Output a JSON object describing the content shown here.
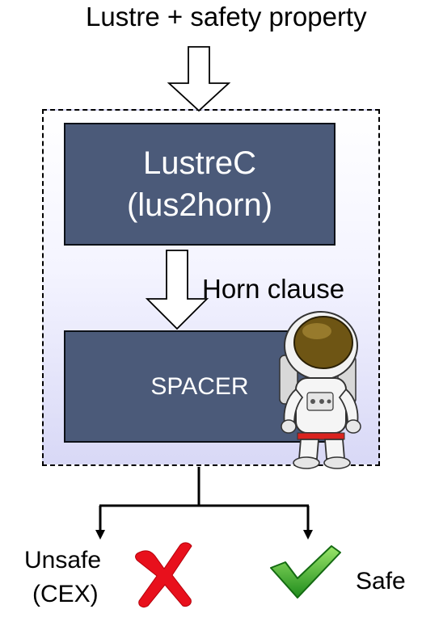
{
  "diagram": {
    "input_label": "Lustre + safety property",
    "translator": {
      "line1": "LustreC",
      "line2": "(lus2horn)"
    },
    "edge_label": "Horn clause",
    "solver": "SPACER",
    "outputs": {
      "unsafe_line1": "Unsafe",
      "unsafe_line2": "(CEX)",
      "safe": "Safe"
    }
  },
  "colors": {
    "box_fill": "#4b5a79",
    "cross": "#e8101c",
    "check": "#2fa32b"
  },
  "icons": [
    "astronaut-icon",
    "cross-icon",
    "check-icon"
  ]
}
